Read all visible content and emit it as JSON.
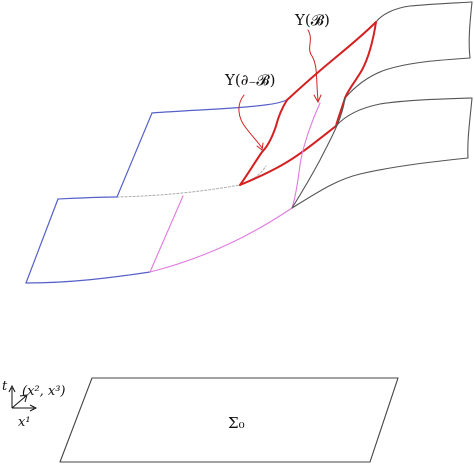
{
  "diagram": {
    "labels": {
      "upsilon_boundary": "Υ(∂₋𝓑)",
      "upsilon_body": "Υ(𝓑)",
      "initial_slice": "Σ₀",
      "time_axis": "t",
      "spatial_axes": "(x², x³)",
      "x1_axis": "x¹"
    },
    "colors": {
      "outline": "#555555",
      "left_edges": "#5560c8",
      "pink_edges": "#e07ae0",
      "highlight": "#d42020",
      "dotted": "#aaaaaa",
      "text": "#111111"
    }
  }
}
